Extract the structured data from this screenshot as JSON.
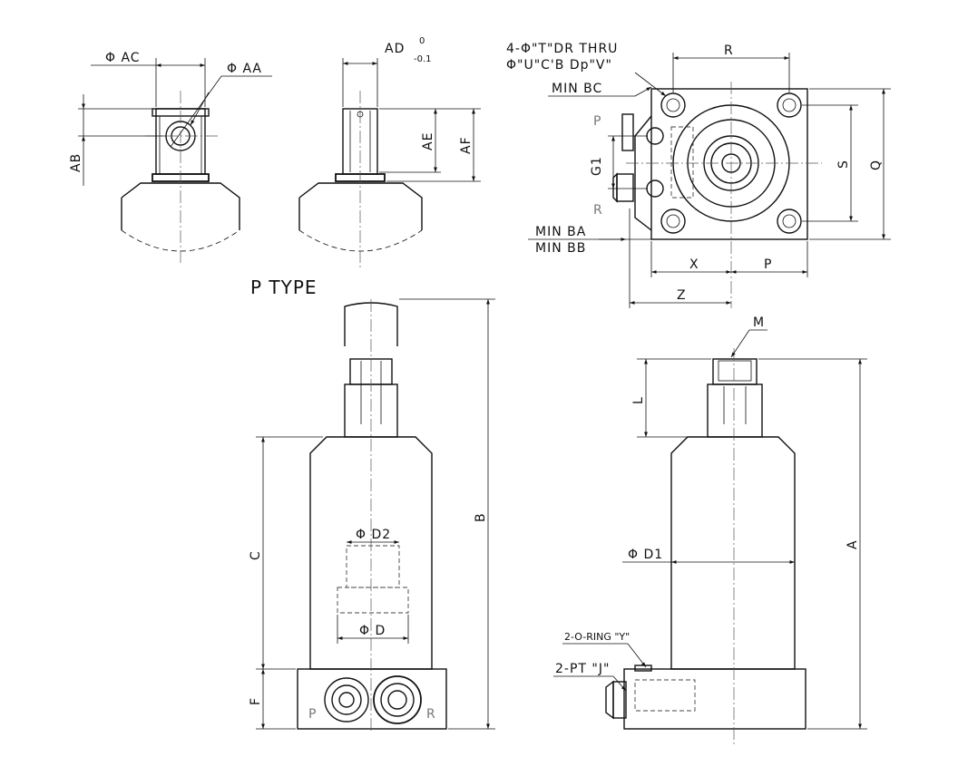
{
  "views": {
    "p_type_title": "P TYPE"
  },
  "dims": {
    "phi_ac": "Φ AC",
    "phi_aa": "Φ AA",
    "ab": "AB",
    "ad": "AD",
    "ad_tol_upper": "0",
    "ad_tol_lower": "-0.1",
    "ae": "AE",
    "af": "AF",
    "holes_line1": "4-Φ\"T\"DR THRU",
    "holes_line2": "Φ\"U\"C'B Dp\"V\"",
    "r": "R",
    "min_bc": "MIN BC",
    "p": "P",
    "g1": "G1",
    "s": "S",
    "q": "Q",
    "min_ba": "MIN BA",
    "min_bb": "MIN BB",
    "x": "X",
    "z": "Z",
    "m": "M",
    "l": "L",
    "b": "B",
    "c": "C",
    "phi_d2": "Φ D2",
    "phi_d": "Φ D",
    "phi_d1": "Φ D1",
    "a": "A",
    "f": "F",
    "o_ring": "2-O-RING \"Y\"",
    "pt": "2-PT \"J\""
  },
  "ports": {
    "p": "P",
    "r": "R"
  }
}
